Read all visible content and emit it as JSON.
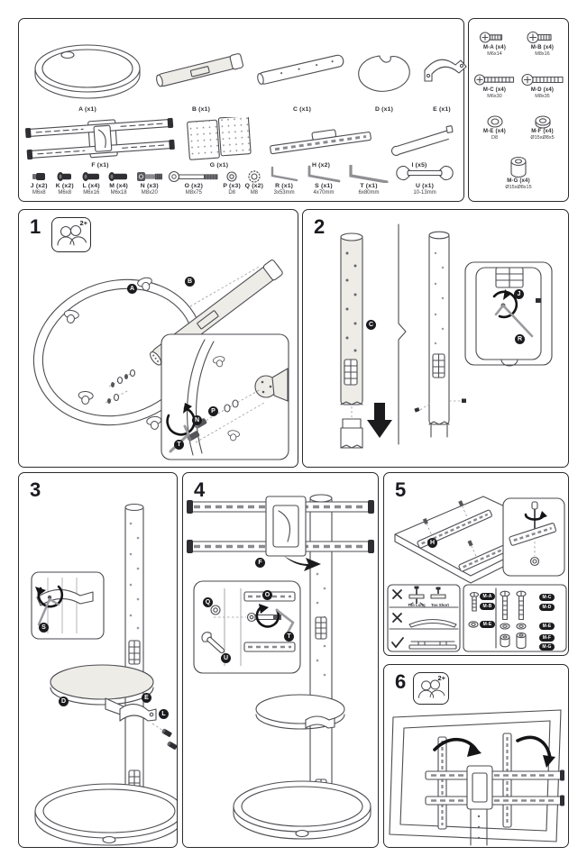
{
  "colors": {
    "line": "#4d4d52",
    "fill_light": "#edece7",
    "badge": "#1b1b1e",
    "border": "#2b2b2e",
    "background": "#ffffff"
  },
  "parts_box": {
    "row1": [
      {
        "label": "A (x1)"
      },
      {
        "label": "B (x1)"
      },
      {
        "label": "C (x1)"
      },
      {
        "label": "D (x1)"
      },
      {
        "label": "E (x1)"
      }
    ],
    "row2": [
      {
        "label": "F (x1)"
      },
      {
        "label": "G (x1)"
      },
      {
        "label": "H (x2)"
      },
      {
        "label": "I (x5)"
      }
    ],
    "hardware": [
      {
        "label": "J (x2)",
        "size": "M6x8"
      },
      {
        "label": "K (x2)",
        "size": "M6x8"
      },
      {
        "label": "L (x4)",
        "size": "M6x16"
      },
      {
        "label": "M (x4)",
        "size": "M6x18"
      },
      {
        "label": "N (x3)",
        "size": "M8x20"
      },
      {
        "label": "O (x2)",
        "size": "M8x75"
      },
      {
        "label": "P (x3)",
        "size": "D8"
      },
      {
        "label": "Q (x2)",
        "size": "M8"
      },
      {
        "label": "R (x1)",
        "size": "3x53mm"
      },
      {
        "label": "S (x1)",
        "size": "4x70mm"
      },
      {
        "label": "T (x1)",
        "size": "6x80mm"
      },
      {
        "label": "U (x1)",
        "size": "10-13mm"
      }
    ]
  },
  "mount_box": {
    "items": [
      {
        "label": "M-A (x4)",
        "size": "M6x14"
      },
      {
        "label": "M-B (x4)",
        "size": "M8x16"
      },
      {
        "label": "M-C (x4)",
        "size": "M6x30"
      },
      {
        "label": "M-D (x4)",
        "size": "M8x35"
      },
      {
        "label": "M-E (x4)",
        "size": "D8"
      },
      {
        "label": "M-F (x4)",
        "size": "Ø15xØ8x5"
      },
      {
        "label": "M-G (x4)",
        "size": "Ø15xØ8x15"
      }
    ]
  },
  "steps": {
    "s1": {
      "number": "1",
      "people": "2+",
      "callout_a": "A",
      "callout_b": "B",
      "callout_n": "N",
      "callout_p": "P",
      "callout_t": "T"
    },
    "s2": {
      "number": "2",
      "callout_c": "C",
      "callout_j": "J",
      "callout_r": "R"
    },
    "s3": {
      "number": "3",
      "callout_d": "D",
      "callout_e": "E",
      "callout_l": "L",
      "callout_s": "S"
    },
    "s4": {
      "number": "4",
      "callout_f": "F",
      "callout_o": "O",
      "callout_q": "Q",
      "callout_t": "T",
      "callout_u": "U"
    },
    "s5": {
      "number": "5",
      "callout_h": "H",
      "too_long": "Too Long",
      "too_short": "Too Short",
      "badge_ma": "M-A",
      "badge_mb": "M-B",
      "badge_me1": "M-E",
      "badge_mc": "M-C",
      "badge_md": "M-D",
      "badge_me2": "M-E",
      "badge_mf": "M-F",
      "badge_mg": "M-G"
    },
    "s6": {
      "number": "6",
      "people": "2+"
    }
  }
}
